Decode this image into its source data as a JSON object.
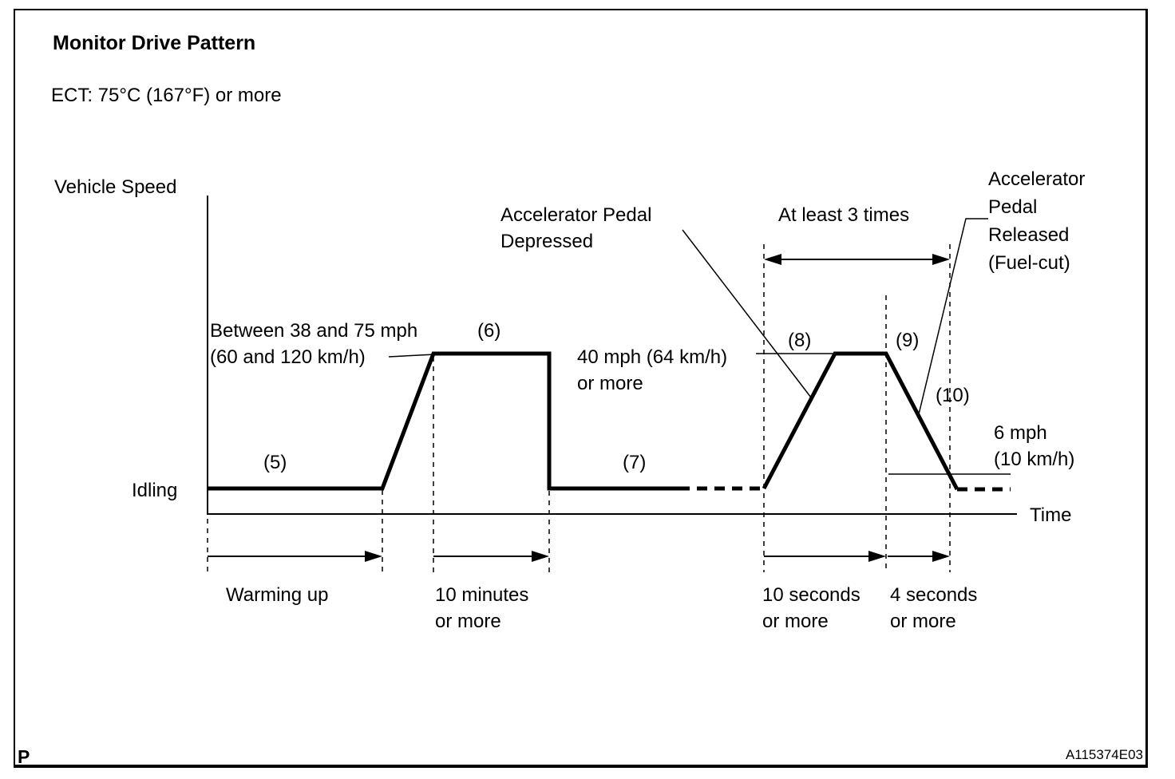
{
  "title": "Monitor Drive Pattern",
  "condition": "ECT: 75°C (167°F) or more",
  "axes": {
    "y_label": "Vehicle Speed",
    "x_label": "Time",
    "idle_label": "Idling"
  },
  "annotations": {
    "speed_range": {
      "line1": "Between 38 and  75 mph",
      "line2": "(60 and 120 km/h)"
    },
    "pedal_depressed": {
      "line1": "Accelerator Pedal",
      "line2": "Depressed"
    },
    "min_speed": {
      "line1": "40 mph (64 km/h)",
      "line2": "or more"
    },
    "repeat": "At least 3 times",
    "pedal_released": {
      "line1": "Accelerator",
      "line2": "Pedal",
      "line3": "Released",
      "line4": "(Fuel-cut)"
    },
    "low_speed": {
      "line1": "6 mph",
      "line2": "(10 km/h)"
    }
  },
  "durations": {
    "warming_up": "Warming up",
    "ten_minutes": {
      "line1": "10 minutes",
      "line2": "or more"
    },
    "ten_seconds": {
      "line1": "10 seconds",
      "line2": "or more"
    },
    "four_seconds": {
      "line1": "4 seconds",
      "line2": "or more"
    }
  },
  "footer": {
    "page_marker": "P",
    "figure_code": "A115374E03"
  },
  "chart_data": {
    "type": "line",
    "title": "Monitor Drive Pattern",
    "xlabel": "Time",
    "ylabel": "Vehicle Speed",
    "condition": "ECT: 75°C (167°F) or more",
    "repeat_note": "At least 3 times",
    "segments": [
      {
        "step": "(5)",
        "label": "Idling",
        "duration": "Warming up"
      },
      {
        "step": "(6)",
        "label": "Between 38 and 75 mph (60 and 120 km/h)",
        "duration": "10 minutes or more"
      },
      {
        "step": "(7)",
        "label": "Idling",
        "duration": ""
      },
      {
        "step": "(8)",
        "label": "40 mph (64 km/h) or more",
        "duration": "10 seconds or more",
        "annotation": "Accelerator Pedal Depressed"
      },
      {
        "step": "(9)",
        "label": "Accelerator Pedal Released (Fuel-cut)",
        "duration": "4 seconds or more"
      },
      {
        "step": "(10)",
        "label": "6 mph (10 km/h)",
        "duration": ""
      }
    ]
  }
}
